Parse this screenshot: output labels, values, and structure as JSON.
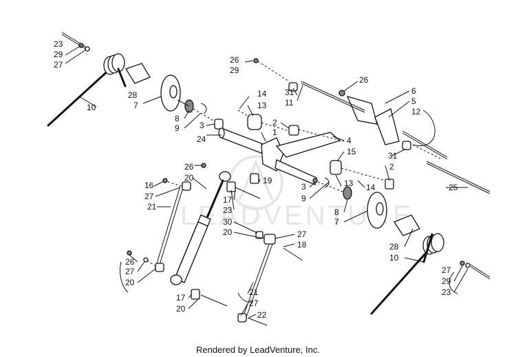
{
  "watermark": {
    "text": "LEADVENTURE"
  },
  "footer": {
    "text": "Rendered by LeadVenture, Inc."
  },
  "callouts": [
    "23",
    "29",
    "27",
    "10",
    "28",
    "7",
    "8",
    "9",
    "3",
    "24",
    "26",
    "29",
    "31",
    "11",
    "26",
    "6",
    "5",
    "12",
    "14",
    "13",
    "2",
    "1",
    "4",
    "15",
    "31",
    "2",
    "25",
    "26",
    "20",
    "19",
    "16",
    "27",
    "21",
    "17",
    "23",
    "30",
    "20",
    "3",
    "9",
    "13",
    "14",
    "8",
    "7",
    "27",
    "18",
    "28",
    "10",
    "27",
    "29",
    "23",
    "26",
    "27",
    "20",
    "17",
    "20",
    "21",
    "27",
    "22"
  ]
}
